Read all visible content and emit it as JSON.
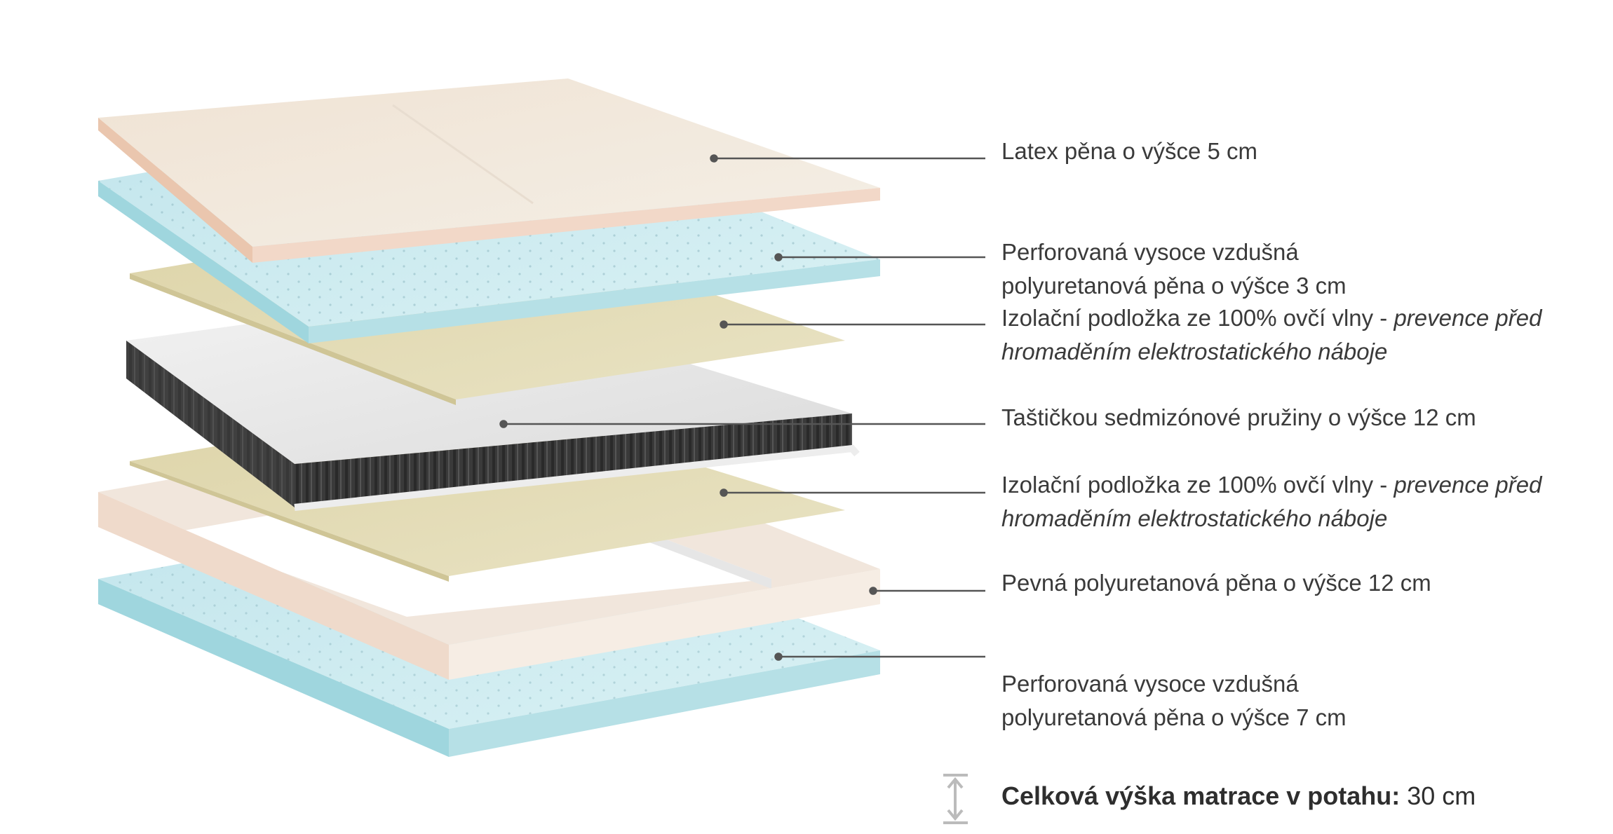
{
  "layers": [
    {
      "id": "latex",
      "text": "Latex pěna o výšce 5 cm",
      "desc": ""
    },
    {
      "id": "perforated-top",
      "text": "Perforovaná vysoce vzdušná\npolyuretanová pěna o výšce 3 cm",
      "desc": ""
    },
    {
      "id": "wool-top",
      "text": "Izolační podložka ze 100% ovčí vlny - ",
      "desc": "prevence před\nhromaděním elektrostatického náboje"
    },
    {
      "id": "springs",
      "text": "Taštičkou sedmizónové pružiny o výšce 12 cm",
      "desc": ""
    },
    {
      "id": "wool-bottom",
      "text": "Izolační podložka ze 100% ovčí vlny - ",
      "desc": "prevence před\nhromaděním elektrostatického náboje"
    },
    {
      "id": "solid-foam",
      "text": "Pevná polyuretanová pěna o výšce 12 cm",
      "desc": ""
    },
    {
      "id": "perforated-bottom",
      "text": "Perforovaná vysoce vzdušná\npolyuretanová pěna o výšce 7 cm",
      "desc": ""
    }
  ],
  "total": {
    "label": "Celková výška matrace v potahu:",
    "value": "30 cm"
  },
  "colors": {
    "latex": "#f1e8dc",
    "latex_edge": "#ecc8b2",
    "perforated": "#c6e8ee",
    "perforated_edge": "#93d2dc",
    "wool": "#e3dcb8",
    "springs_top": "#eeeeee",
    "springs_side": "#3a3a3a",
    "frame": "#f4ebe2",
    "frame_edge": "#efd8c8",
    "leader": "#555555",
    "height_icon": "#bbbbbb"
  }
}
